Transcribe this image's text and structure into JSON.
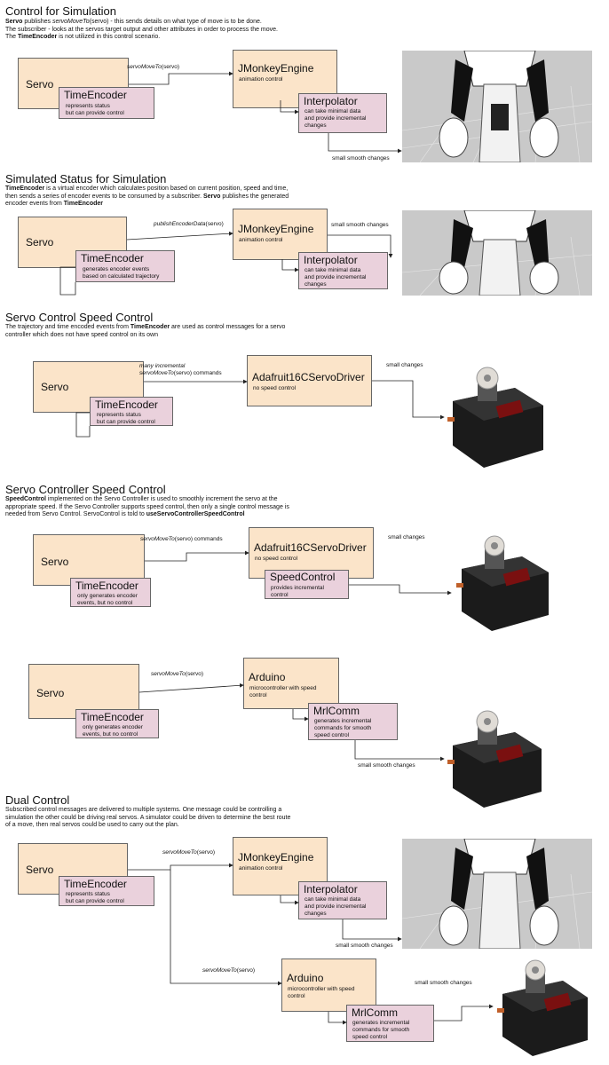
{
  "s1": {
    "title": "Control for Simulation",
    "p1": {
      "b": "Servo",
      "t1": " publishes ",
      "i": "servoMoveTo",
      "t2": "(servo) - this sends details on what type of move is to be done."
    },
    "p2": "The subscriber - looks at the servos target output and other attributes in order to process the move.",
    "p3": {
      "t1": "The ",
      "b": "TimeEncoder",
      "t2": " is not utilized in this control scenario."
    },
    "servo": "Servo",
    "enc_title": "TimeEncoder",
    "enc_sub1": "represents status",
    "enc_sub2": "but can provide control",
    "edge": {
      "i": "servoMoveTo",
      "t": "(servo)"
    },
    "jme_title": "JMonkeyEngine",
    "jme_sub": "animation control",
    "interp_title": "Interpolator",
    "interp_sub1": "can take minimal data",
    "interp_sub2": "and provide incremental",
    "interp_sub3": "changes",
    "out": "small smooth changes"
  },
  "s2": {
    "title": "Simulated Status for Simulation",
    "p1": {
      "b1": "TimeEncoder",
      "t1": " is a virtual encoder which calculates position based on current position, speed and time,"
    },
    "p2": {
      "t1": "then sends a series of encoder events to be consumed by a subscriber. ",
      "b": "Servo",
      "t2": " publishes the generated"
    },
    "p3": {
      "t1": "encoder events from ",
      "b": "TimeEncoder"
    },
    "servo": "Servo",
    "enc_title": "TimeEncoder",
    "enc_sub1": "generates encoder events",
    "enc_sub2": "based on calculated trajectory",
    "edge": {
      "i": "publishEncoderData",
      "t": "(servo)"
    },
    "jme_title": "JMonkeyEngine",
    "jme_sub": "animation control",
    "interp_title": "Interpolator",
    "interp_sub1": "can take minimal data",
    "interp_sub2": "and provide incremental",
    "interp_sub3": "changes",
    "out": "small smooth changes"
  },
  "s3": {
    "title": "Servo Control Speed Control",
    "p1": {
      "t1": "The trajectory and time encoded events from ",
      "b": "TimeEncoder",
      "t2": " are used as control messages for a servo"
    },
    "p2": "controller which does not have speed control on its own",
    "servo": "Servo",
    "enc_title": "TimeEncoder",
    "enc_sub1": "represents status",
    "enc_sub2": "but can provide control",
    "edge1": "many incremental",
    "edge2": {
      "i": "servoMoveTo",
      "t": "(servo) commands"
    },
    "drv_title": "Adafruit16CServoDriver",
    "drv_sub": "no speed control",
    "out": "small changes"
  },
  "s4": {
    "title": "Servo Controller Speed Control",
    "p1": {
      "b": "SpeedControl",
      "t1": " implemented on the Servo Controller is used to smoothly increment the servo at the"
    },
    "p2": "appropriate speed.  If the Servo Controller supports speed control, then only a single control  message is",
    "p3": {
      "t1": "needed from Servo Control.  ServoControl is told to ",
      "b": "useServoControllerSpeedControl"
    },
    "servo": "Servo",
    "enc_title": "TimeEncoder",
    "enc_sub1": "only generates encoder",
    "enc_sub2": "events, but no control",
    "edge": {
      "i": "servoMoveTo",
      "t": "(servo) commands"
    },
    "drv_title": "Adafruit16CServoDriver",
    "drv_sub": "no speed control",
    "sc_title": "SpeedControl",
    "sc_sub1": "provides incremental",
    "sc_sub2": "control",
    "out": "small changes"
  },
  "s5": {
    "servo": "Servo",
    "enc_title": "TimeEncoder",
    "enc_sub1": "only generates encoder",
    "enc_sub2": "events, but no control",
    "edge": {
      "i": "servoMoveTo",
      "t": "(servo)"
    },
    "ard_title": "Arduino",
    "ard_sub1": "microcontroller with speed",
    "ard_sub2": "control",
    "mrl_title": "MrlComm",
    "mrl_sub1": "generates incremental",
    "mrl_sub2": "commands for smooth",
    "mrl_sub3": "speed control",
    "out": "small smooth changes"
  },
  "s6": {
    "title": "Dual Control",
    "p1": "Subscribed control messages are delivered to multiple systems.  One message could be controlling a",
    "p2": "simulation the other could be driving real servos.  A simulator could be driven to determine the best route",
    "p3": "of a move, then real servos could be used to carry out the plan.",
    "servo": "Servo",
    "enc_title": "TimeEncoder",
    "enc_sub1": "represents status",
    "enc_sub2": "but can provide control",
    "edge_a": {
      "i": "servoMoveTo",
      "t": "(servo)"
    },
    "edge_b": {
      "i": "servoMoveTo",
      "t": "(servo)"
    },
    "jme_title": "JMonkeyEngine",
    "jme_sub": "animation control",
    "interp_title": "Interpolator",
    "interp_sub1": "can take minimal data",
    "interp_sub2": "and provide incremental",
    "interp_sub3": "changes",
    "out1": "small smooth changes",
    "ard_title": "Arduino",
    "ard_sub1": "microcontroller with speed",
    "ard_sub2": "control",
    "mrl_title": "MrlComm",
    "mrl_sub1": "generates incremental",
    "mrl_sub2": "commands for smooth",
    "mrl_sub3": "speed control",
    "out2": "small smooth changes"
  },
  "colors": {
    "peach": "#fbe4c9",
    "pink": "#ead1dc",
    "wire": "#222222"
  }
}
